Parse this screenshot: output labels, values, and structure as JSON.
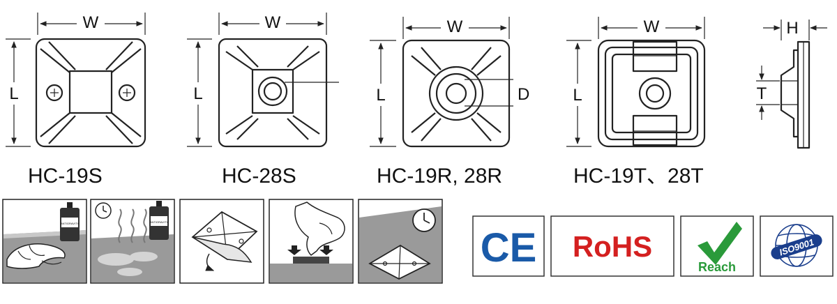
{
  "dimensions": {
    "width": "W",
    "length": "L",
    "height": "H",
    "thickness": "T",
    "diameter": "D"
  },
  "models": [
    {
      "caption": "HC-19S"
    },
    {
      "caption": "HC-28S"
    },
    {
      "caption": "HC-19R, 28R"
    },
    {
      "caption": "HC-19T、28T"
    }
  ],
  "steps": {
    "bottle_label": "ANTIGRAVITY"
  },
  "certifications": {
    "ce": {
      "label": "CE",
      "color": "#1a5aa8"
    },
    "rohs": {
      "label": "RoHS",
      "color": "#d42020"
    },
    "reach": {
      "label": "Reach",
      "color": "#2a9a3a"
    },
    "iso": {
      "label": "ISO9001",
      "color": "#1a3e8c"
    }
  },
  "colors": {
    "line": "#222222",
    "surface_gray": "#9a9a9a",
    "check_green": "#2a9a3a"
  }
}
